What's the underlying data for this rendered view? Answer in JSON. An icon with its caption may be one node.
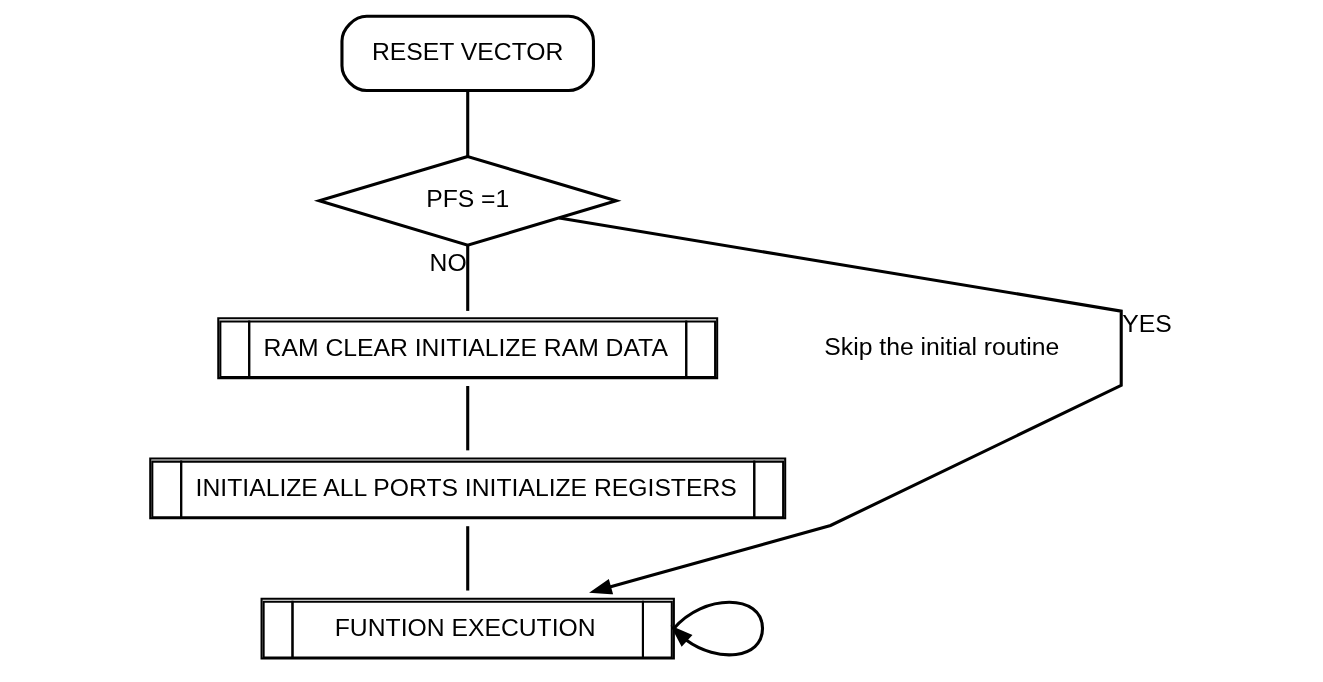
{
  "diagram": {
    "nodes": [
      {
        "text": [
          "RESET VECTOR"
        ]
      },
      {
        "text": [
          "PFS =1"
        ]
      },
      {
        "text": [
          "RAM CLEAR INITIALIZE RAM DATA"
        ]
      },
      {
        "text": [
          "INITIALIZE ALL PORTS INITIALIZE REGISTERS"
        ]
      },
      {
        "text": [
          "FUNTION EXECUTION"
        ]
      }
    ],
    "edges": [
      {
        "from": 0,
        "to": 1,
        "arrow": "none"
      },
      {
        "from": 1,
        "to": 2,
        "arrow": "none",
        "label": "NO"
      },
      {
        "from": 2,
        "to": 3,
        "arrow": "none"
      },
      {
        "from": 3,
        "to": 4,
        "arrow": "none"
      },
      {
        "from": 1,
        "to": 4,
        "arrow": "to",
        "label": "YES"
      },
      {
        "from": 4,
        "to": 4,
        "arrow": "to"
      }
    ],
    "labels": [
      "Skip the initial routine"
    ]
  }
}
